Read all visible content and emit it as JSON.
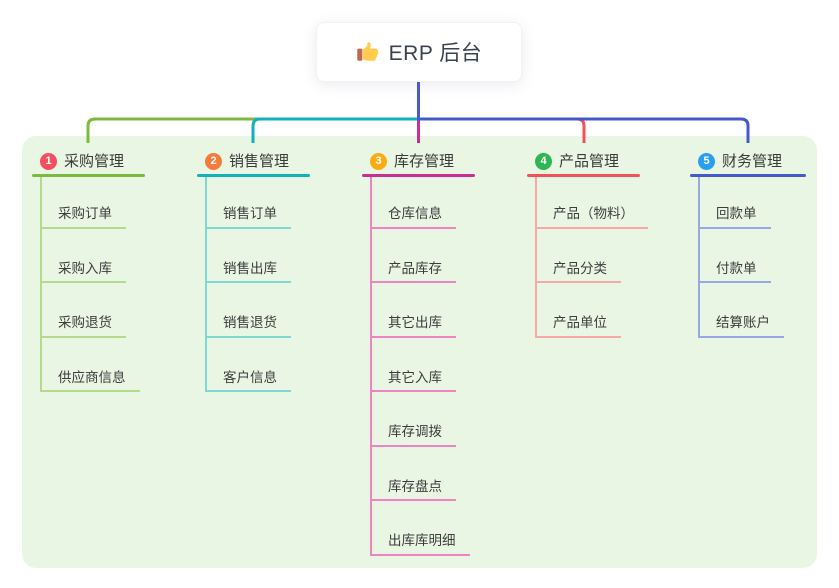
{
  "theme": {
    "page_bg": "#ffffff",
    "panel_bg": "#eaf6e4",
    "root_line_color": "#4a5bd2",
    "root_text_color": "#3a4150",
    "node_text_color": "#3c3c3c",
    "thumb_icon_colors": {
      "hand": "#ffcc4d",
      "cuff": "#c1694f"
    }
  },
  "root": {
    "icon": "thumbs-up-icon",
    "label": "ERP 后台"
  },
  "branches": [
    {
      "index": "1",
      "title": "采购管理",
      "badge_color": "#f54e5e",
      "line_color": "#7cba3f",
      "child_line_color": "#b5da8e",
      "children": [
        "采购订单",
        "采购入库",
        "采购退货",
        "供应商信息"
      ]
    },
    {
      "index": "2",
      "title": "销售管理",
      "badge_color": "#f57b3d",
      "line_color": "#13b2b9",
      "child_line_color": "#7fd8d3",
      "children": [
        "销售订单",
        "销售出库",
        "销售退货",
        "客户信息"
      ]
    },
    {
      "index": "3",
      "title": "库存管理",
      "badge_color": "#fbac15",
      "line_color": "#cc2f91",
      "child_line_color": "#f083c4",
      "children": [
        "仓库信息",
        "产品库存",
        "其它出库",
        "其它入库",
        "库存调拨",
        "库存盘点",
        "出库库明细"
      ]
    },
    {
      "index": "4",
      "title": "产品管理",
      "badge_color": "#2fb653",
      "line_color": "#f2525a",
      "child_line_color": "#f8a8a6",
      "children": [
        "产品（物料）",
        "产品分类",
        "产品单位"
      ]
    },
    {
      "index": "5",
      "title": "财务管理",
      "badge_color": "#4459cf",
      "line_color": "#4459cf",
      "child_line_color": "#98a8e6",
      "badge_fill": "#2b9fef",
      "children": [
        "回款单",
        "付款单",
        "结算账户"
      ]
    }
  ]
}
